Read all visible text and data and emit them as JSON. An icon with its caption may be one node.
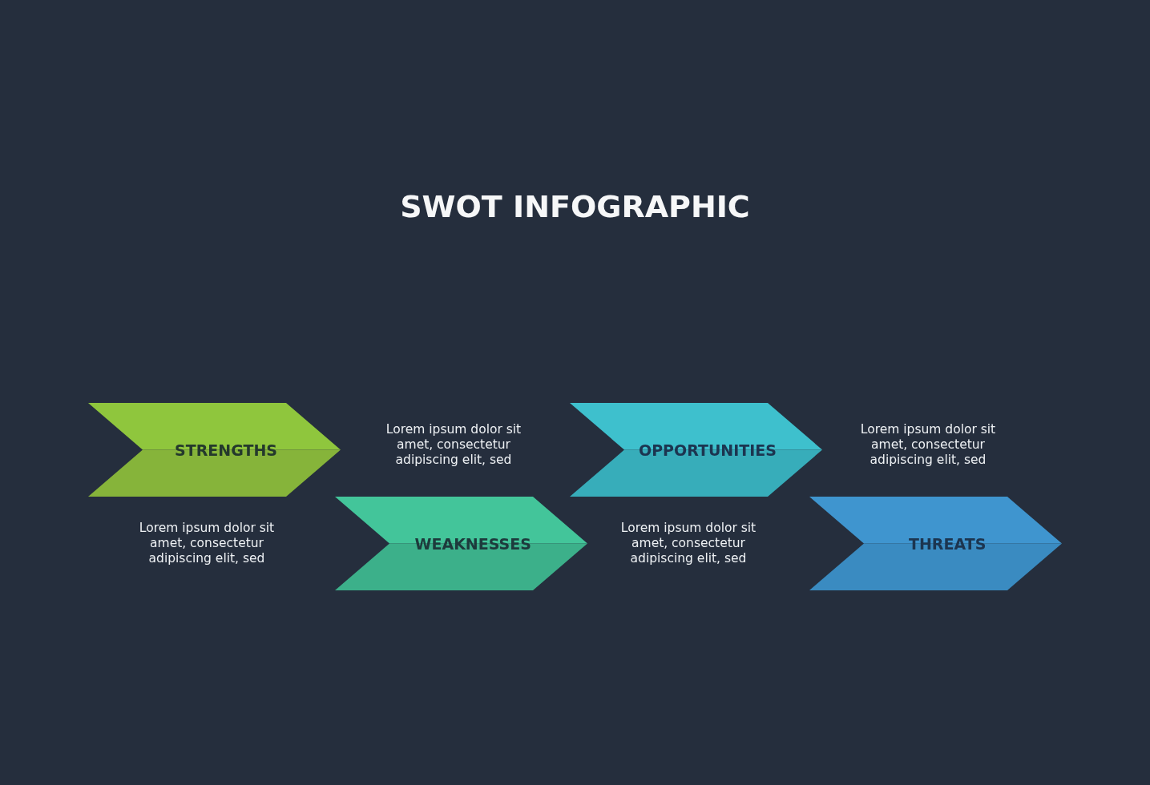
{
  "diagram": {
    "title": "SWOT INFOGRAPHIC",
    "nodes": [
      {
        "text": [
          "STRENGTHS"
        ],
        "beside": [
          "Lorem ipsum dolor sit amet, consectetur adipiscing elit, sed"
        ]
      },
      {
        "text": [
          "WEAKNESSES"
        ],
        "beside": [
          "Lorem ipsum dolor sit amet, consectetur adipiscing elit, sed"
        ]
      },
      {
        "text": [
          "OPPORTUNITIES"
        ],
        "beside": [
          "Lorem ipsum dolor sit amet, consectetur adipiscing elit, sed"
        ]
      },
      {
        "text": [
          "THREATS"
        ],
        "beside": [
          "Lorem ipsum dolor sit amet, consectetur adipiscing elit, sed"
        ]
      }
    ]
  }
}
